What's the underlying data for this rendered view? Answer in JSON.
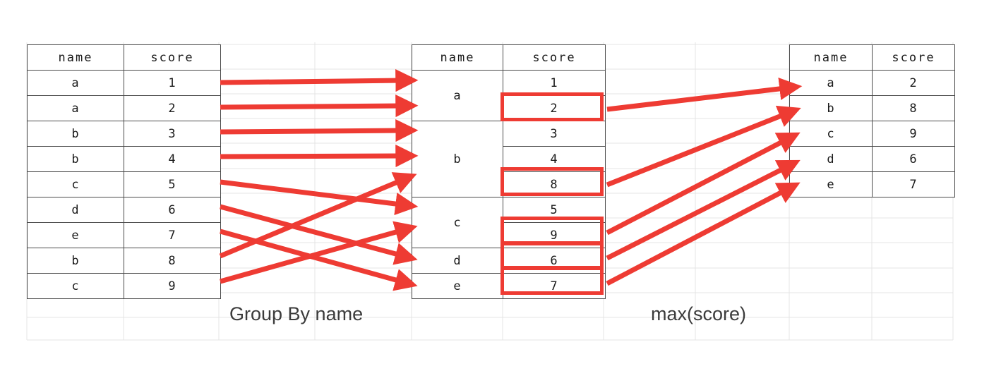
{
  "diagram": {
    "title_hidden": "",
    "accent_red": "#ee3b33",
    "grid_line_color": "#e2e2e2",
    "table_border_color": "#4a4a4a"
  },
  "captions": {
    "group_by": "Group By name",
    "max": "max(score)"
  },
  "source_table": {
    "name": "source-table",
    "headers": [
      "name",
      "score"
    ],
    "rows": [
      {
        "name": "a",
        "score": "1"
      },
      {
        "name": "a",
        "score": "2"
      },
      {
        "name": "b",
        "score": "3"
      },
      {
        "name": "b",
        "score": "4"
      },
      {
        "name": "c",
        "score": "5"
      },
      {
        "name": "d",
        "score": "6"
      },
      {
        "name": "e",
        "score": "7"
      },
      {
        "name": "b",
        "score": "8"
      },
      {
        "name": "c",
        "score": "9"
      }
    ]
  },
  "grouped_table": {
    "name": "grouped-table",
    "headers": [
      "name",
      "score"
    ],
    "groups": [
      {
        "name": "a",
        "scores": [
          "1",
          "2"
        ],
        "max": "2"
      },
      {
        "name": "b",
        "scores": [
          "3",
          "4",
          "8"
        ],
        "max": "8"
      },
      {
        "name": "c",
        "scores": [
          "5",
          "9"
        ],
        "max": "9"
      },
      {
        "name": "d",
        "scores": [
          "6"
        ],
        "max": "6"
      },
      {
        "name": "e",
        "scores": [
          "7"
        ],
        "max": "7"
      }
    ],
    "highlighted_scores": [
      "2",
      "8",
      "9",
      "6",
      "7"
    ]
  },
  "result_table": {
    "name": "result-table",
    "headers": [
      "name",
      "score"
    ],
    "rows": [
      {
        "name": "a",
        "score": "2"
      },
      {
        "name": "b",
        "score": "8"
      },
      {
        "name": "c",
        "score": "9"
      },
      {
        "name": "d",
        "score": "6"
      },
      {
        "name": "e",
        "score": "7"
      }
    ]
  },
  "arrows": {
    "group_stage_count": 9,
    "max_stage_count": 5
  }
}
